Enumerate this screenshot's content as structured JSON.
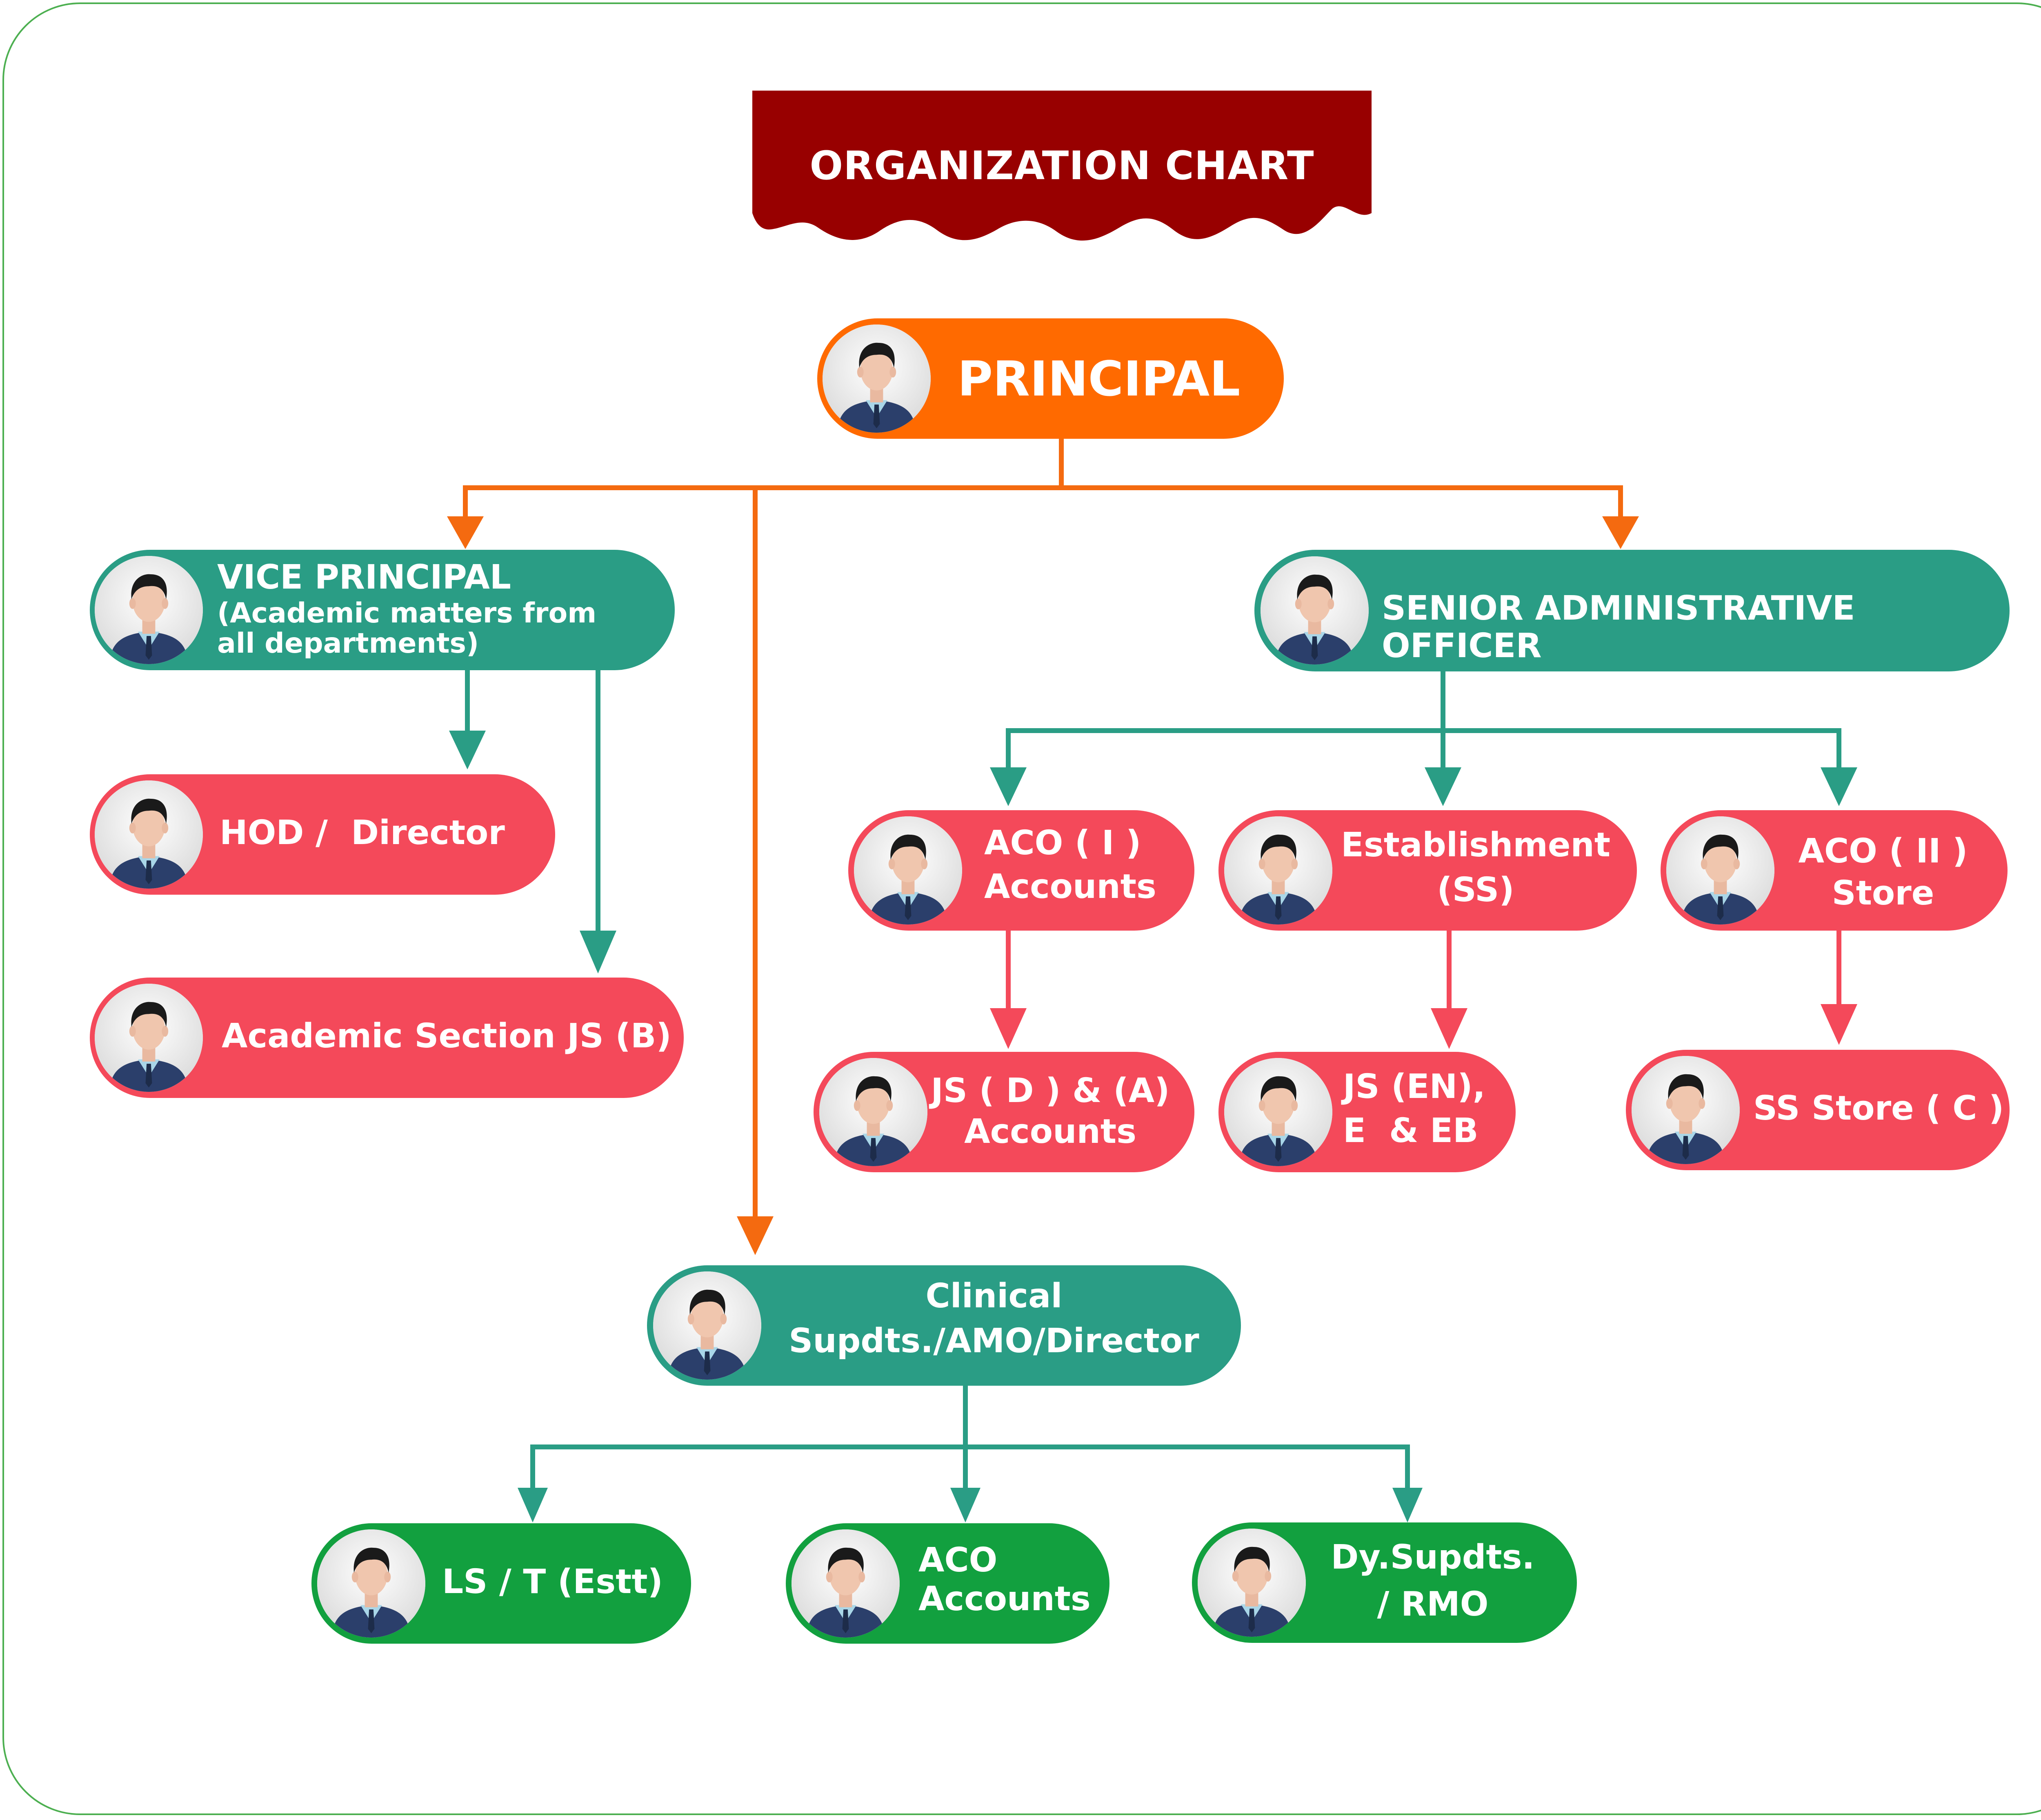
{
  "title": "ORGANIZATION CHART",
  "colors": {
    "banner": "#980000",
    "principal": "#ff6a00",
    "teal": "#2a9d85",
    "red": "#f4495a",
    "green": "#12a03f",
    "orange_wire": "#f46a10",
    "teal_wire": "#2a9d85",
    "red_wire": "#f4495a",
    "frame": "#4caf50"
  },
  "nodes": {
    "principal": {
      "line1": "PRINCIPAL",
      "icon": "person-avatar-icon"
    },
    "vice_principal": {
      "line1": "VICE PRINCIPAL",
      "line2": "(Academic matters from",
      "line3": "all departments)"
    },
    "senior_admin": {
      "line1": "SENIOR ADMINISTRATIVE OFFICER"
    },
    "hod": {
      "line1": "HOD /  Director"
    },
    "academic_section": {
      "line1": "Academic Section JS (B)"
    },
    "aco_i": {
      "line1": "ACO ( I )",
      "line2": "Accounts"
    },
    "establishment": {
      "line1": "Establishment",
      "line2": "(SS)"
    },
    "aco_ii": {
      "line1": "ACO ( II )",
      "line2": "Store"
    },
    "js_da": {
      "line1": "JS ( D ) & (A)",
      "line2": "Accounts"
    },
    "js_en": {
      "line1": "JS (EN),",
      "line2": "E  & EB"
    },
    "ss_store": {
      "line1": "SS Store ( C )"
    },
    "clinical": {
      "line1": "Clinical",
      "line2": "Supdts./AMO/Director"
    },
    "ls_t": {
      "line1": "LS / T (Estt)"
    },
    "aco_accounts": {
      "line1": "ACO",
      "line2": "Accounts"
    },
    "dy_supdts": {
      "line1": "Dy.Supdts.",
      "line2": "/ RMO"
    }
  }
}
